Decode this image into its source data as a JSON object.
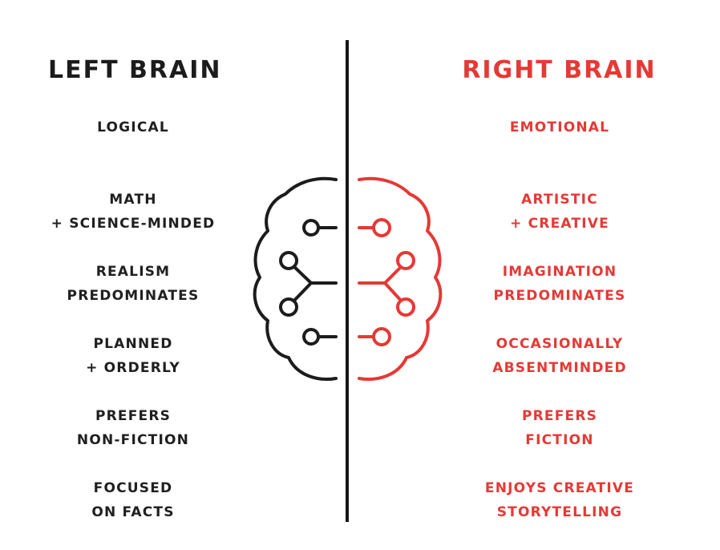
{
  "left": {
    "title": "LEFT BRAIN",
    "color": "#1f1f1f",
    "items": [
      {
        "line1": "LOGICAL",
        "line2": ""
      },
      {
        "line1": "MATH",
        "line2": "+ SCIENCE-MINDED"
      },
      {
        "line1": "REALISM",
        "line2": "PREDOMINATES"
      },
      {
        "line1": "PLANNED",
        "line2": "+ ORDERLY"
      },
      {
        "line1": "PREFERS",
        "line2": "NON-FICTION"
      },
      {
        "line1": "FOCUSED",
        "line2": "ON FACTS"
      }
    ]
  },
  "right": {
    "title": "RIGHT BRAIN",
    "color": "#e53935",
    "items": [
      {
        "line1": "EMOTIONAL",
        "line2": ""
      },
      {
        "line1": "ARTISTIC",
        "line2": "+ CREATIVE"
      },
      {
        "line1": "IMAGINATION",
        "line2": "PREDOMINATES"
      },
      {
        "line1": "OCCASIONALLY",
        "line2": "ABSENTMINDED"
      },
      {
        "line1": "PREFERS",
        "line2": "FICTION"
      },
      {
        "line1": "ENJOYS CREATIVE",
        "line2": "STORYTELLING"
      }
    ]
  },
  "icon": "brain-circuit-icon"
}
